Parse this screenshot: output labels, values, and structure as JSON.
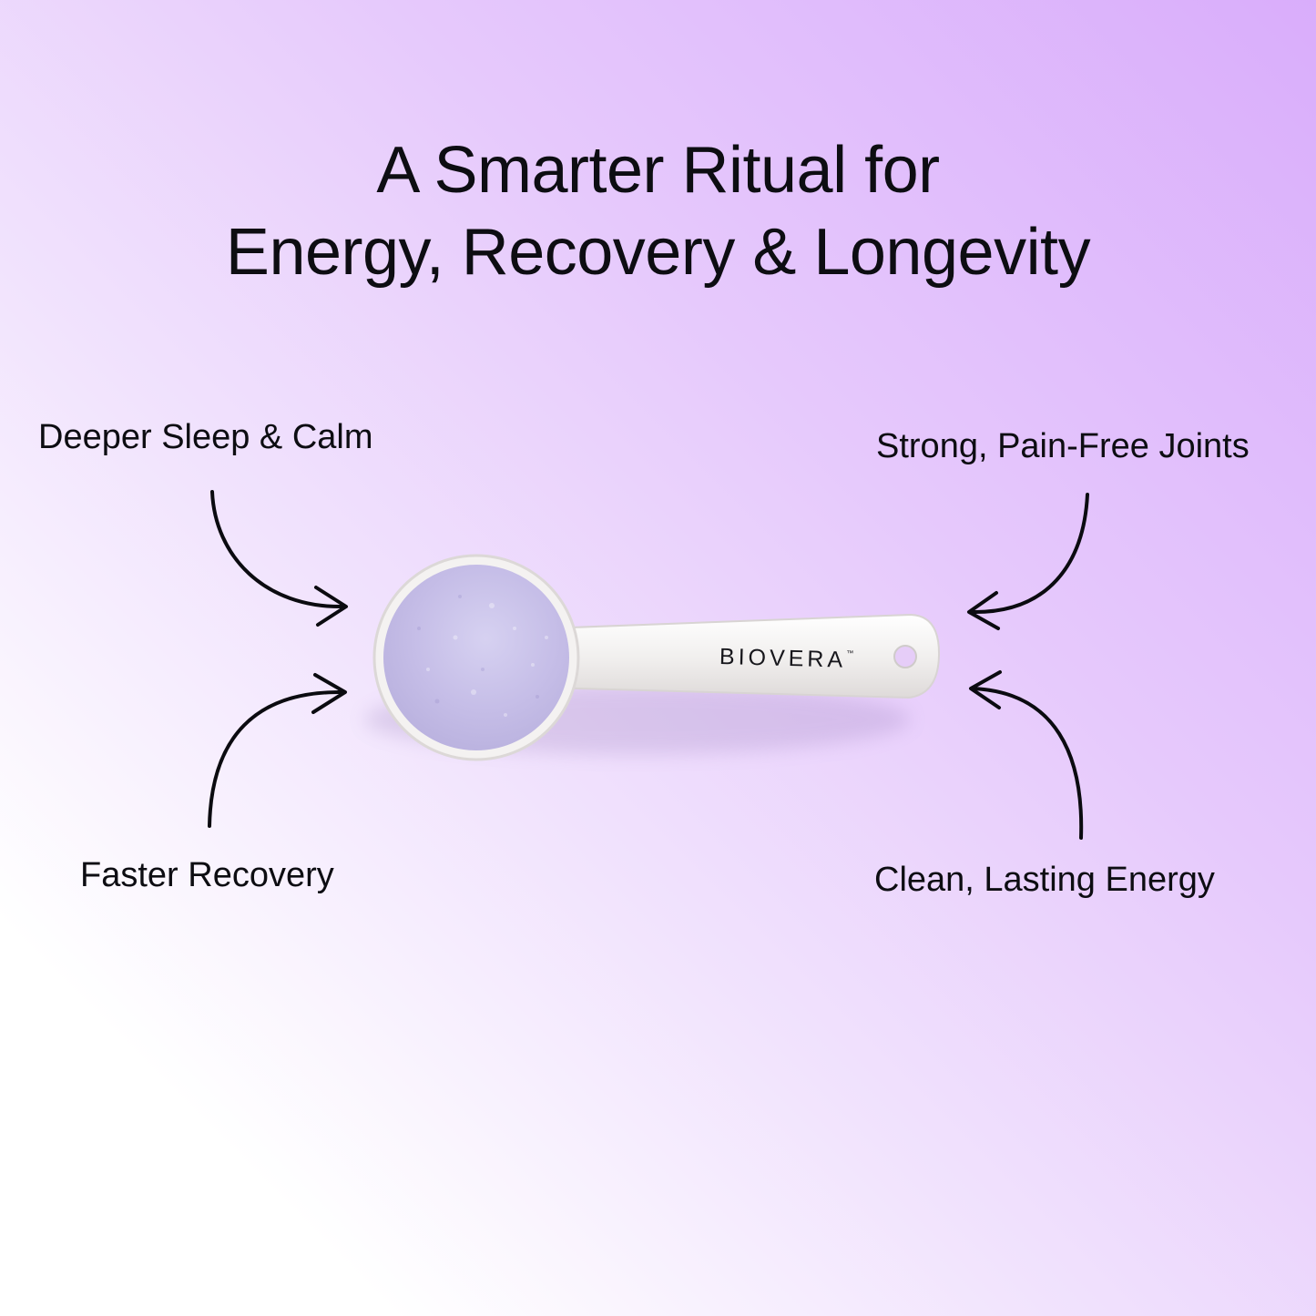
{
  "headline": {
    "line1": "A Smarter Ritual for",
    "line2": "Energy, Recovery & Longevity"
  },
  "benefits": {
    "top_left": "Deeper Sleep & Calm",
    "top_right": "Strong, Pain-Free Joints",
    "bottom_left": "Faster Recovery",
    "bottom_right": "Clean, Lasting Energy"
  },
  "product": {
    "brand": "BIOVERA",
    "trademark": "™"
  },
  "colors": {
    "background_accent": "#d9adfb",
    "powder": "#c9c2ea",
    "scoop": "#f3f1f0",
    "text": "#0d0d12"
  }
}
